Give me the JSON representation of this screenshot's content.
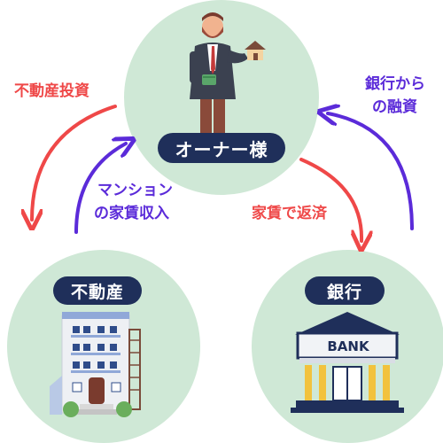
{
  "nodes": {
    "owner": {
      "label": "オーナー様"
    },
    "property": {
      "label": "不動産"
    },
    "bank": {
      "label": "銀行",
      "sign": "BANK"
    }
  },
  "flows": {
    "investment": "不動産投資",
    "rent_income_line1": "マンション",
    "rent_income_line2": "の家賃収入",
    "repayment": "家賃で返済",
    "loan_line1": "銀行から",
    "loan_line2": "の融資"
  },
  "colors": {
    "red_flow": "#ef4848",
    "purple_flow": "#5b2bd9",
    "navy": "#1f2f5a",
    "circle": "#cfe8d6"
  }
}
